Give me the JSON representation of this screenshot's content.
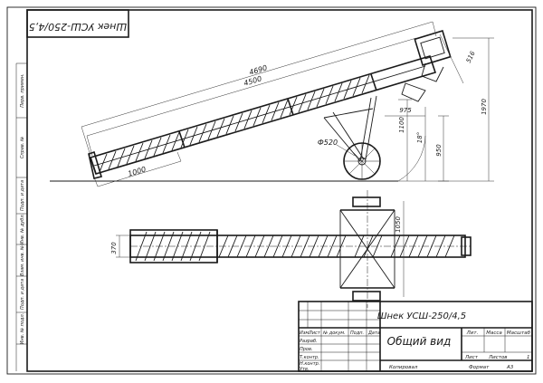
{
  "stamp": {
    "rotated": "Шнек УСШ-250/4,5",
    "title": "Шнек УСШ-250/4,5",
    "view": "Общий вид",
    "hdr": [
      "Лит.",
      "Масса",
      "Масштаб"
    ],
    "sheet": "Лист",
    "sheets": "Листов",
    "sheets_n": "1",
    "copied": "Копировал",
    "format": "Формат",
    "format_v": "А3",
    "roles": [
      "Изм.",
      "Лист",
      "№ докум.",
      "Подп.",
      "Дата",
      "Разраб.",
      "Пров.",
      "Т.контр.",
      "Н.контр.",
      "Утв."
    ]
  },
  "side_labels": [
    "Перв. примен.",
    "Справ. №",
    "Подп. и дата",
    "Инв. № дубл.",
    "Взам. инв. №",
    "Подп. и дата",
    "Инв. № подл."
  ],
  "dims": {
    "d4690": "4690",
    "d4500": "4500",
    "d1000": "1000",
    "d520": "Ф520",
    "d975": "975",
    "d1100": "1100",
    "d950": "950",
    "d1970": "1970",
    "d516": "516",
    "ang": "18°",
    "d370": "370",
    "d1050": "1050"
  }
}
